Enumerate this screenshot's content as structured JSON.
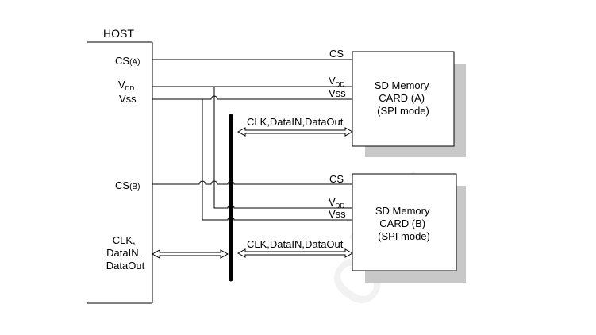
{
  "host": {
    "title": "HOST",
    "cs_a": "CS",
    "cs_a_sub": "(A)",
    "vdd": "V",
    "vdd_sub": "DD",
    "vss": "Vss",
    "cs_b": "CS",
    "cs_b_sub": "(B)",
    "clk_lines": [
      "CLK,",
      "DataIN,",
      "DataOut"
    ]
  },
  "card_a": {
    "lines": [
      "SD Memory",
      "CARD (A)",
      "(SPI mode)"
    ],
    "cs": "CS",
    "vdd": "V",
    "vdd_sub": "DD",
    "vss": "Vss",
    "bus": "CLK,DataIN,DataOut"
  },
  "card_b": {
    "lines": [
      "SD Memory",
      "CARD (B)",
      "(SPI mode)"
    ],
    "cs": "CS",
    "vdd": "V",
    "vdd_sub": "DD",
    "vss": "Vss",
    "bus": "CLK,DataIN,DataOut"
  },
  "watermark": "ctor",
  "colors": {
    "card_shadow": "#c8c8c8",
    "watermark": "#f2f2f2",
    "line": "#000000"
  }
}
